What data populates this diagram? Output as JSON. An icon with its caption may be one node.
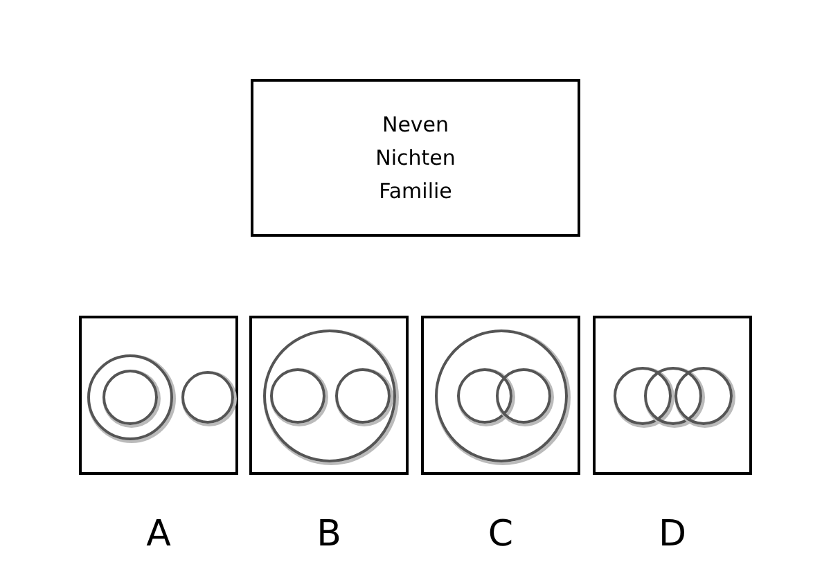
{
  "diagram": {
    "nodes": [
      {
        "text": [
          "Neven",
          "Nichten",
          "Familie"
        ]
      },
      {
        "text": [],
        "shape": "box",
        "beside": [
          "A"
        ]
      },
      {
        "text": [],
        "shape": "circle",
        "in": 1
      },
      {
        "text": [],
        "shape": "circle",
        "in": 2
      },
      {
        "text": [],
        "shape": "circle",
        "in": 1
      },
      {
        "text": [],
        "shape": "box",
        "beside": [
          "B"
        ]
      },
      {
        "text": [],
        "shape": "circle",
        "in": 5
      },
      {
        "text": [],
        "shape": "circle",
        "in": 6
      },
      {
        "text": [],
        "shape": "circle",
        "in": 6
      },
      {
        "text": [],
        "shape": "box",
        "beside": [
          "C"
        ]
      },
      {
        "text": [],
        "shape": "circle",
        "in": 9
      },
      {
        "text": [],
        "shape": "circle",
        "in": 10
      },
      {
        "text": [],
        "shape": "circle",
        "in": 10
      },
      {
        "text": [],
        "shape": "box",
        "beside": [
          "D"
        ]
      },
      {
        "text": [],
        "shape": "circle",
        "in": 13
      },
      {
        "text": [],
        "shape": "circle",
        "in": 13
      },
      {
        "text": [],
        "shape": "circle",
        "in": 13
      }
    ],
    "edges": []
  }
}
